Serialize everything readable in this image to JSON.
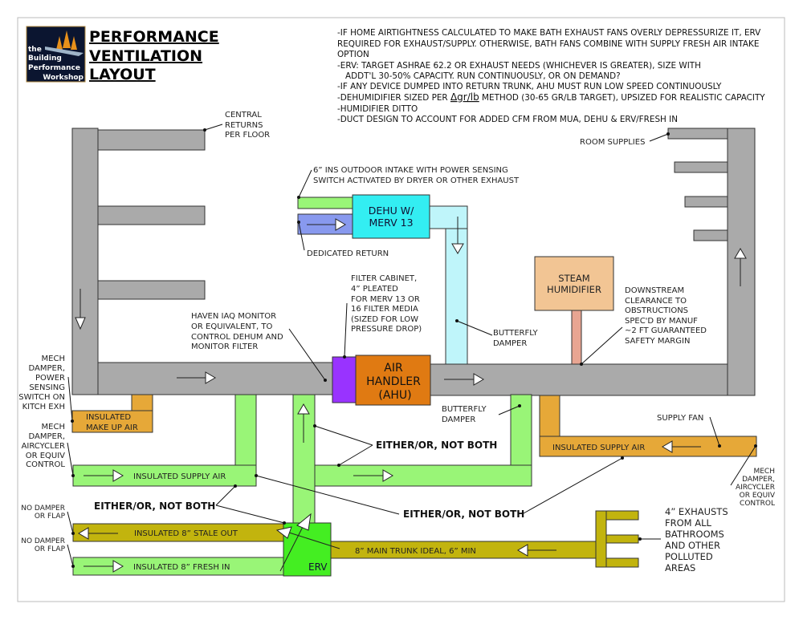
{
  "title": {
    "lines": [
      "PERFORMANCE",
      "VENTILATION",
      "LAYOUT"
    ]
  },
  "logo": {
    "lines": [
      "the",
      "Building",
      "Performance",
      "Workshop"
    ],
    "bg": "#0b1530",
    "arrow_color": "#e8901a"
  },
  "notes": [
    "-IF HOME AIRTIGHTNESS CALCULATED TO MAKE BATH EXHAUST FANS OVERLY DEPRESSURIZE IT, ERV",
    "REQUIRED FOR EXHAUST/SUPPLY. OTHERWISE, BATH FANS COMBINE WITH SUPPLY FRESH AIR INTAKE",
    "OPTION",
    "-ERV: TARGET ASHRAE 62.2 OR EXHAUST NEEDS (WHICHEVER IS GREATER), SIZE WITH",
    "ADDT'L 30-50% CAPACITY. RUN CONTINUOUSLY, OR ON DEMAND?",
    "-IF ANY DEVICE DUMPED INTO RETURN TRUNK, AHU MUST RUN LOW SPEED CONTINUOUSLY",
    {
      "pre": "-DEHUMIDIFIER SIZED PER ",
      "underlined": "Δgr/lb",
      "post": " METHOD (30-65 GR/LB TARGET), UPSIZED FOR REALISTIC CAPACITY"
    },
    "-HUMIDIFIER DITTO",
    "-DUCT DESIGN TO ACCOUNT FOR ADDED CFM FROM MUA, DEHU & ERV/FRESH IN"
  ],
  "labels": {
    "central_returns": [
      "CENTRAL",
      "RETURNS",
      "PER FLOOR"
    ],
    "outdoor_intake": [
      "6” INS OUTDOOR INTAKE WITH POWER SENSING",
      "SWITCH ACTIVATED BY DRYER OR OTHER EXHAUST"
    ],
    "dedicated_return": "DEDICATED RETURN",
    "dehu": [
      "DEHU W/",
      "MERV 13"
    ],
    "filter_cabinet": [
      "FILTER CABINET,",
      "4” PLEATED",
      "FOR MERV 13 OR",
      "16 FILTER MEDIA",
      "(SIZED FOR LOW",
      "PRESSURE DROP)"
    ],
    "haven": [
      "HAVEN IAQ MONITOR",
      "OR EQUIVALENT, TO",
      "CONTROL DEHUM AND",
      "MONITOR FILTER"
    ],
    "butterfly_top": [
      "BUTTERFLY",
      "DAMPER"
    ],
    "steam_humidifier": [
      "STEAM",
      "HUMIDIFIER"
    ],
    "downstream": [
      "DOWNSTREAM",
      "CLEARANCE TO",
      "OBSTRUCTIONS",
      "SPEC'D BY MANUF",
      "~2 FT GUARANTEED",
      "SAFETY MARGIN"
    ],
    "room_supplies": "ROOM SUPPLIES",
    "ahu": [
      "AIR",
      "HANDLER",
      "(AHU)"
    ],
    "mech_damper_kitchen": [
      "MECH",
      "DAMPER,",
      "POWER",
      "SENSING",
      "SWITCH ON",
      "KITCH EXH"
    ],
    "make_up_air": [
      "INSULATED",
      "MAKE UP AIR"
    ],
    "mech_damper_left": [
      "MECH",
      "DAMPER,",
      "AIRCYCLER",
      "OR EQUIV",
      "CONTROL"
    ],
    "supply_air_left": "INSULATED SUPPLY AIR",
    "either_or_left": "EITHER/OR, NOT BOTH",
    "either_or_top": "EITHER/OR, NOT BOTH",
    "either_or_bottom": "EITHER/OR, NOT BOTH",
    "butterfly_bottom": [
      "BUTTERFLY",
      "DAMPER"
    ],
    "supply_fan": "SUPPLY FAN",
    "supply_air_right": "INSULATED SUPPLY AIR",
    "mech_damper_right": [
      "MECH",
      "DAMPER,",
      "AIRCYCLER",
      "OR EQUIV",
      "CONTROL"
    ],
    "no_damper_1": [
      "NO DAMPER",
      "OR FLAP"
    ],
    "no_damper_2": [
      "NO DAMPER",
      "OR FLAP"
    ],
    "stale_out": "INSULATED 8” STALE OUT",
    "fresh_in": "INSULATED 8” FRESH IN",
    "erv": "ERV",
    "main_trunk": "8” MAIN TRUNK IDEAL, 6” MIN",
    "exhausts": [
      "4” EXHAUSTS",
      "FROM ALL",
      "BATHROOMS",
      "AND OTHER",
      "POLLUTED",
      "AREAS"
    ]
  },
  "colors": {
    "return_supply_trunk": "#aaaaaa",
    "green_duct": "#99f577",
    "olive_duct": "#c2b40e",
    "orange_duct": "#e6a838",
    "ahu": "#e07a12",
    "filter": "#9933ff",
    "dehu": "#33eef2",
    "dehu_duct": "#bff5fa",
    "dedicated_return": "#8899ee",
    "humidifier": "#f2c594",
    "humidifier_pipe": "#e8a592",
    "erv": "#44ee22"
  }
}
